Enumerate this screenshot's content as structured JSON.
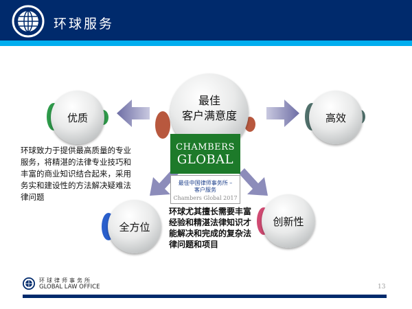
{
  "header": {
    "title": "环球服务",
    "logo_icon": "globe-icon"
  },
  "colors": {
    "navy": "#002a6c",
    "cyan": "#00aeef",
    "chambers_green": "#1d7a2a"
  },
  "center": {
    "line1": "最佳",
    "line2": "客户满意度"
  },
  "nodes": {
    "quality": "优质",
    "efficiency": "高效",
    "all_round": "全方位",
    "innovation": "创新性"
  },
  "chambers": {
    "line1": "CHAMBERS",
    "line2": "GLOBAL",
    "award": "最佳中国律师事务所 –",
    "award2": "客户服务",
    "source": "Chambers Global 2017"
  },
  "left_text": "环球致力于提供最高质量的专业服务，将精湛的法律专业技巧和丰富的商业知识结合起来，采用务实和建设性的方法解决疑难法律问题",
  "middle_text": "环球尤其擅长需要丰富经验和精湛法律知识才能解决和完成的复杂法律问题和项目",
  "footer": {
    "firm_cn": "环球律师事务所",
    "firm_en": "GLOBAL LAW OFFICE",
    "page": "13"
  }
}
